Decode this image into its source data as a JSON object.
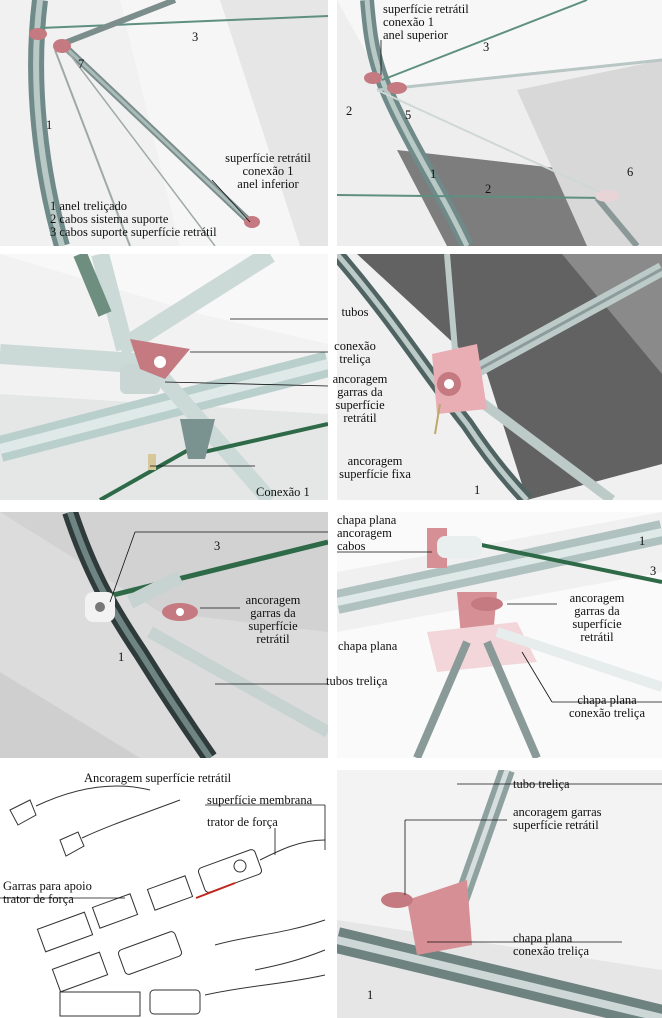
{
  "panels": {
    "p1": {
      "nums": {
        "n1": "1",
        "n3": "3",
        "n7": "7"
      },
      "callout": [
        "superfície retrátil",
        "conexão 1",
        "anel inferior"
      ],
      "legend": [
        "1 anel treliçado",
        "2 cabos sistema suporte",
        "3 cabos suporte superfície retrátil"
      ]
    },
    "p2": {
      "callout": [
        "superfície retrátil",
        "conexão 1",
        "anel superior"
      ],
      "nums": {
        "n3": "3",
        "n2a": "2",
        "n5": "5",
        "n1": "1",
        "n2b": "2",
        "n6": "6"
      }
    },
    "p3": {
      "tubos": "tubos",
      "conexao": [
        "conexão",
        "treliça"
      ],
      "ancoragem_garras": [
        "ancoragem",
        "garras da",
        "superfície",
        "retrátil"
      ],
      "ancoragem_fixa": [
        "ancoragem",
        "superfície fixa"
      ],
      "caption": "Conexão 1",
      "n1": "1"
    },
    "p5": {
      "n3": "3",
      "n1": "1",
      "ancoragem": [
        "ancoragem",
        "garras da",
        "superfície",
        "retrátil"
      ]
    },
    "p6": {
      "chapa_cabos": [
        "chapa plana",
        "ancoragem",
        "cabos"
      ],
      "n1": "1",
      "n3": "3",
      "ancoragem": [
        "ancoragem",
        "garras da",
        "superfície",
        "retrátil"
      ],
      "chapa_plana": "chapa plana",
      "tubos": "tubos treliça",
      "chapa_conexao": [
        "chapa plana",
        "conexão treliça"
      ]
    },
    "p7": {
      "ancoragem_title": "Ancoragem superfície retrátil",
      "membrana": "superfície membrana",
      "trator": "trator de força",
      "garras": [
        "Garras para apoio",
        "trator de força"
      ]
    },
    "p8": {
      "tubo": "tubo treliça",
      "ancoragem": [
        "ancoragem garras",
        "superfície retrátil"
      ],
      "chapa": [
        "chapa plana",
        "conexão treliça"
      ],
      "n1": "1"
    }
  }
}
